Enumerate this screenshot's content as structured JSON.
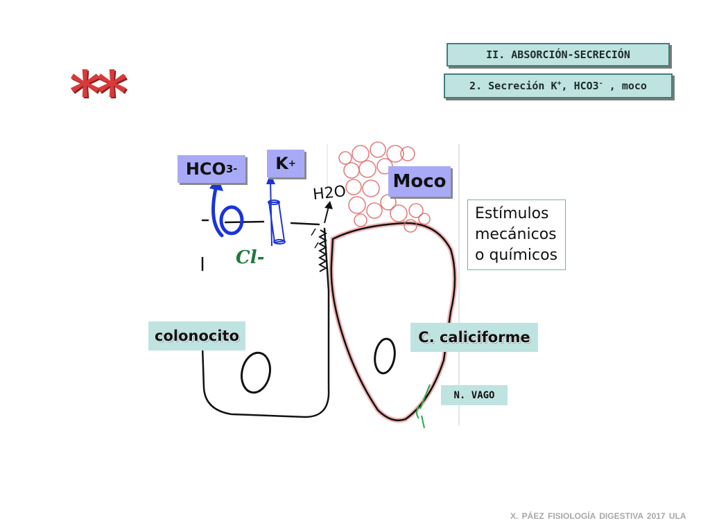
{
  "header": {
    "section_title": "II. ABSORCIÓN-SECRECIÓN",
    "subtitle_pre": "2. Secreción K",
    "subtitle_sup1": "+",
    "subtitle_mid": ", HCO3",
    "subtitle_sup2": "-",
    "subtitle_post": " , moco"
  },
  "stars": "**",
  "ions": {
    "hco3_base": "HCO",
    "hco3_sub": "3",
    "hco3_sup": "-",
    "k_base": "K",
    "k_sup": "+"
  },
  "moco": "Moco",
  "stimuli": {
    "line1": "Estímulos",
    "line2": "mecánicos",
    "line3": "o químicos"
  },
  "labels": {
    "colonocyte": "colonocito",
    "goblet_cell": "C. caliciforme",
    "vagus": "N. VAGO",
    "water": "H2O",
    "chloride": "Cl-"
  },
  "footer": "X. PÁEZ  FISIOLOGÍA DIGESTIVA 2017  ULA",
  "colors": {
    "header_fill": "#bfe3e0",
    "ion_fill": "#a8aaf7",
    "stars": "#d83a3a",
    "transport_arrow": "#1b34d8",
    "chloride_text": "#1f7a3a",
    "goblet_outline": "#e77a7a",
    "nerve": "#2aa84a"
  }
}
